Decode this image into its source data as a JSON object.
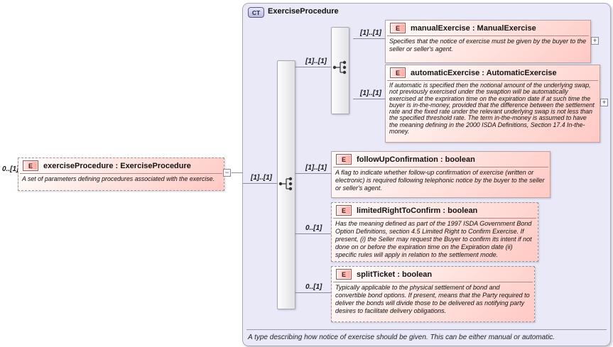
{
  "colors": {
    "container_bg": "#e9e9f8",
    "element_box_pink": "#ffc9c4",
    "element_badge_bg": "#ffa49c",
    "type_badge_bg": "#b9b9de",
    "connector": "#8a8a9a"
  },
  "expand_glyph": "+",
  "root": {
    "cardinality": "0..[1]",
    "badge": "E",
    "label": "exerciseProcedure : ExerciseProcedure",
    "description": "A set of parameters defining procedures associated with the exercise.",
    "collapse_glyph": "−"
  },
  "container": {
    "badge": "CT",
    "title": "ExerciseProcedure",
    "annotation": "A type describing how notice of exercise should be given. This can be either manual or automatic."
  },
  "connectors": {
    "root_to_sequence": "[1]..[1]",
    "sequence_to_choice": "[1]..[1]",
    "choice_to_manual": "[1]..[1]",
    "choice_to_automatic": "[1]..[1]",
    "sequence_to_followup": "[1]..[1]",
    "sequence_to_limited": "0..[1]",
    "sequence_to_split": "0..[1]"
  },
  "elements": [
    {
      "badge": "E",
      "label": "manualExercise : ManualExercise",
      "description": "Specifies that the notice of exercise must be given by the buyer to the seller or seller's agent."
    },
    {
      "badge": "E",
      "label": "automaticExercise : AutomaticExercise",
      "description": "If automatic is specified then the notional amount of the underlying swap, not previously exercised under the swaption will be automatically exercised at the expriration time on the expiration date if at such time the buyer is in-the-money, provided that the difference between the settlement rate and the fixed rate under the relevant underlying swap is not less than the specified threshold rate. The term in-the-money is assumed to have the meaning defining in the 2000 ISDA Definitions, Section 17.4 In-the-money."
    },
    {
      "badge": "E",
      "label": "followUpConfirmation : boolean",
      "description": "A flag to indicate whether follow-up confirmation of exercise (written or electronic) is required following telephonic notice by the buyer to the seller or seller's agent."
    },
    {
      "badge": "E",
      "label": "limitedRightToConfirm : boolean",
      "description": "Has the meaning defined as part of the 1997 ISDA Government Bond Option Definitions, section 4.5 Limited Right to Confirm Exercise. If present, (i) the Seller may request the Buyer to confirm its intent if not done on or before the expiration time on the Expiration date (ii) specific rules will apply in relation to the settlement mode."
    },
    {
      "badge": "E",
      "label": "splitTicket : boolean",
      "description": "Typically applicable to the physical settlement of bond and convertible bond options. If present, means that the Party required to deliver the bonds will divide those to be delivered as notifying party desires to facilitate delivery obligations."
    }
  ]
}
